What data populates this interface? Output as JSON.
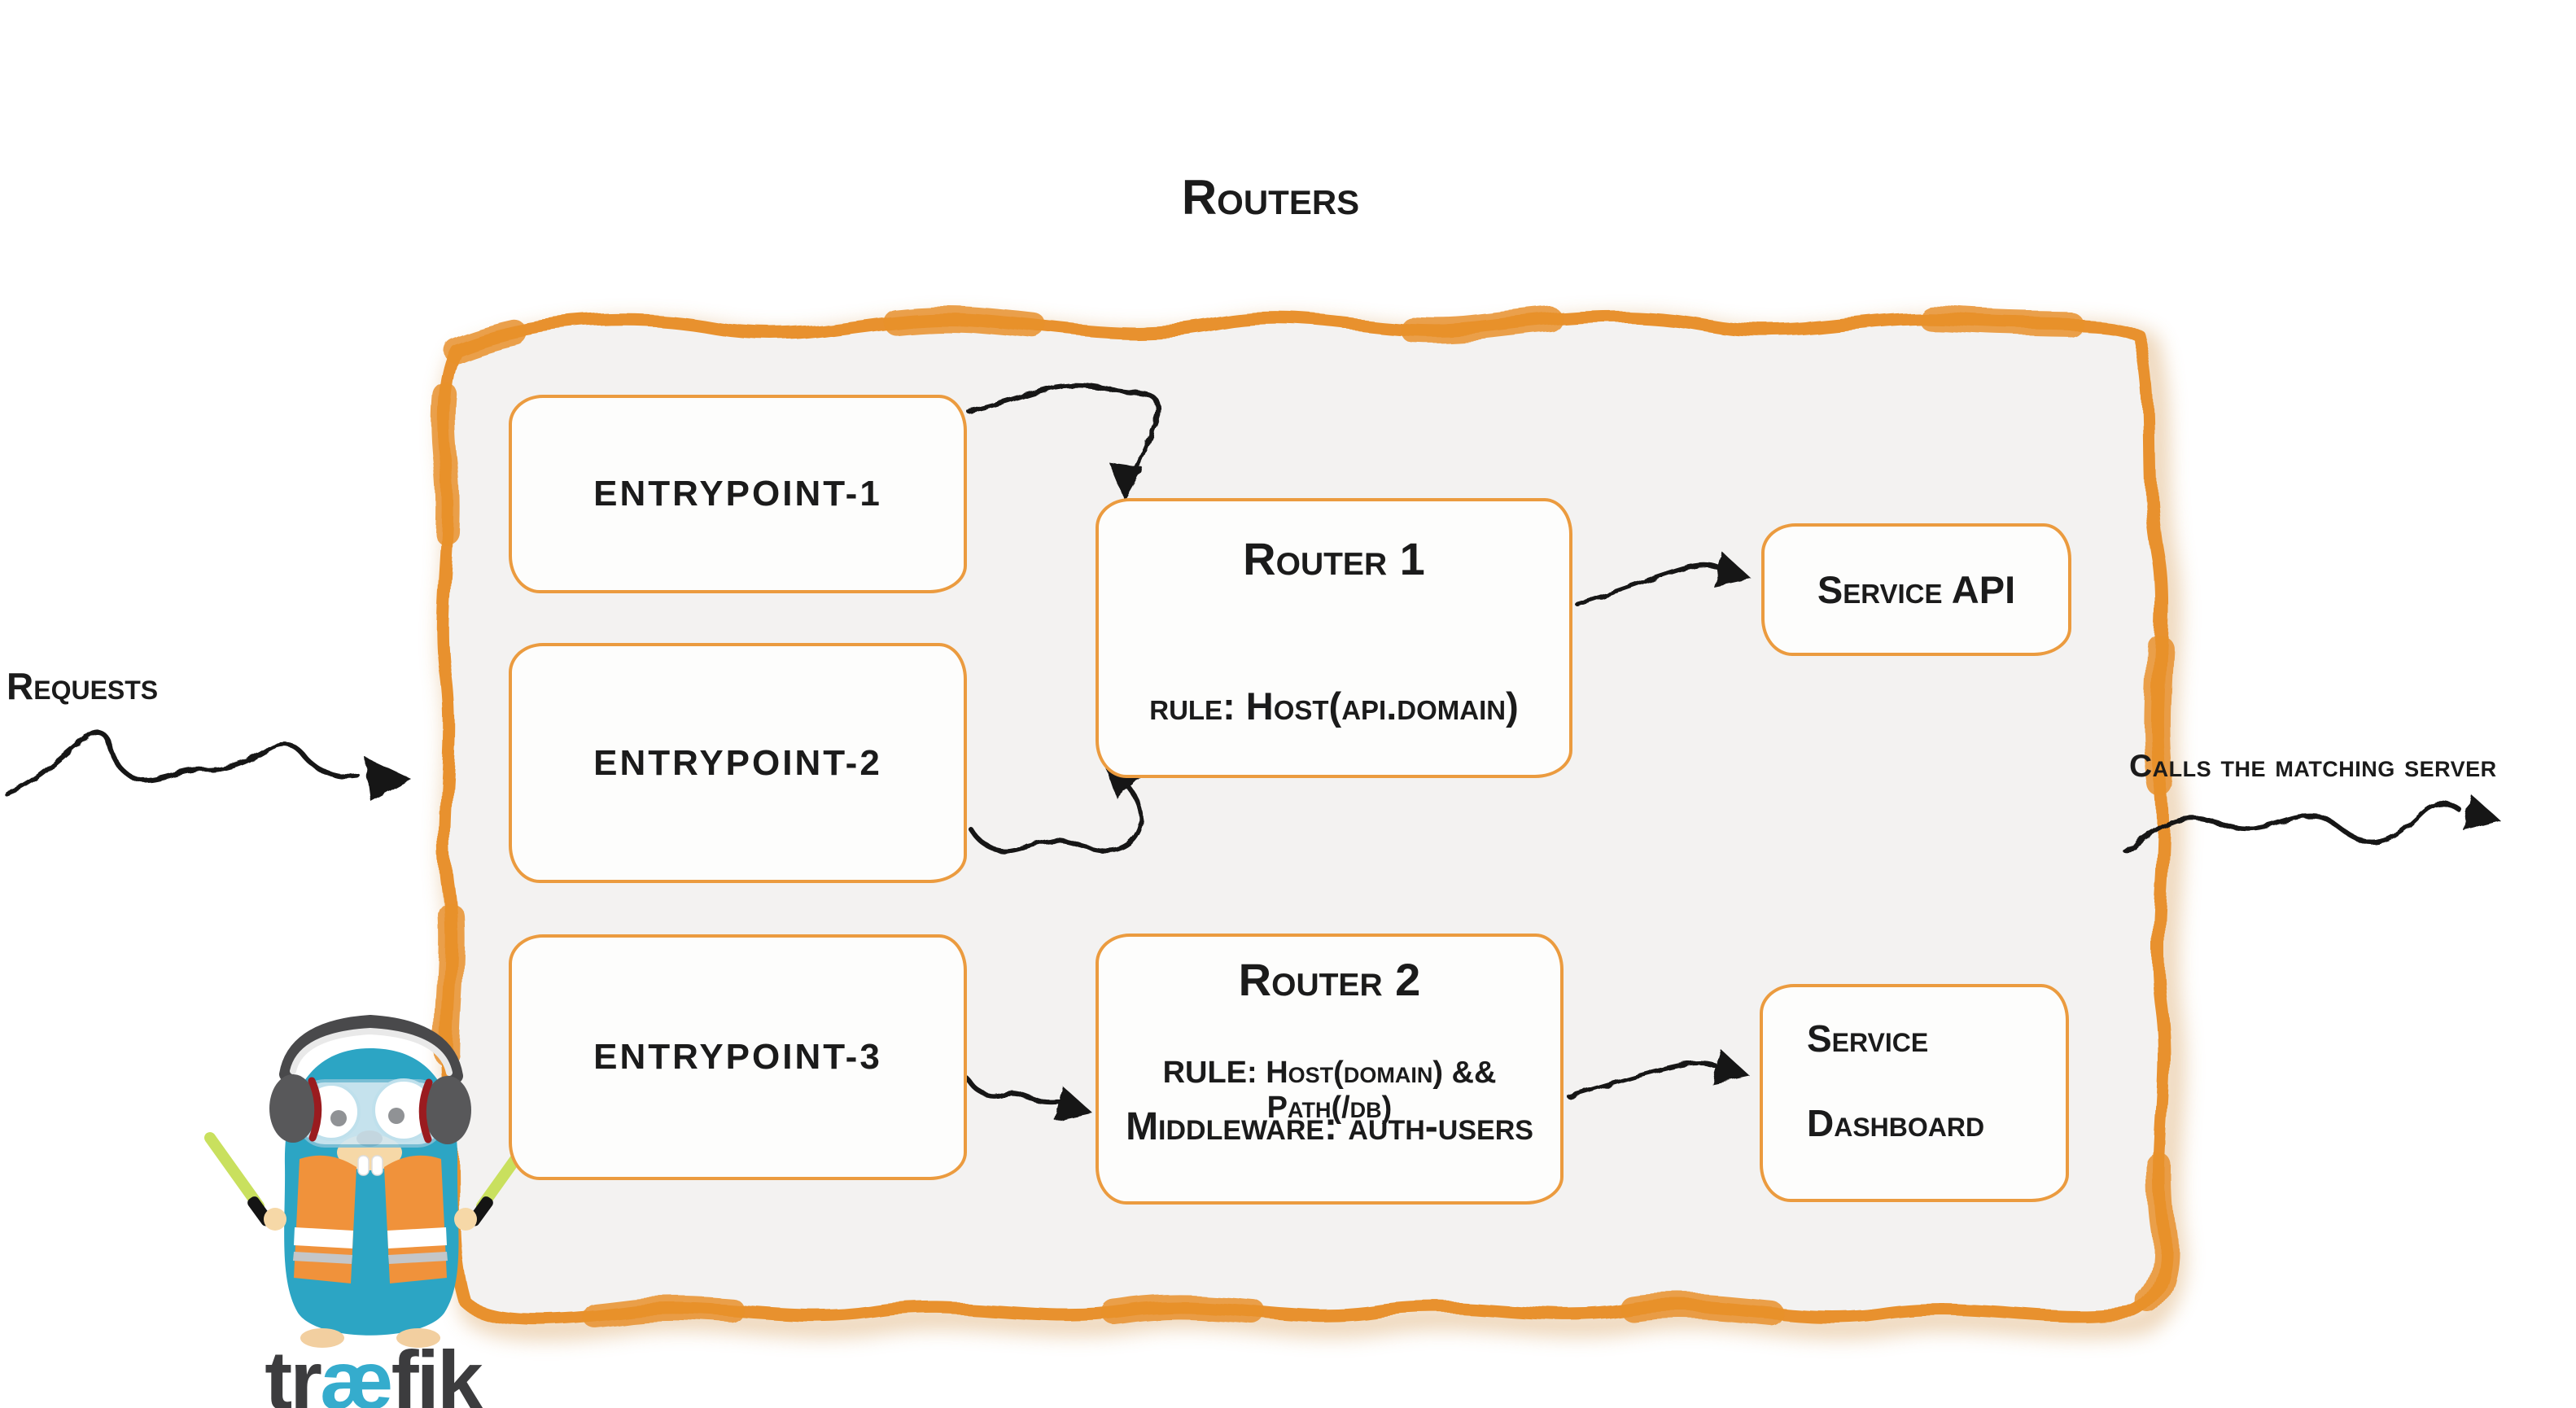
{
  "title": "Routers",
  "labels": {
    "requests": "Requests",
    "calls": "Calls the matching server"
  },
  "entrypoints": [
    {
      "label": "entrypoint-1"
    },
    {
      "label": "entrypoint-2"
    },
    {
      "label": "entrypoint-3"
    }
  ],
  "routers": [
    {
      "title": "Router 1",
      "rule": "rule: Host(api.domain)"
    },
    {
      "title": "Router 2",
      "rule": "RULE: Host(domain) && Path(/db)",
      "middleware": "Middleware: auth-users"
    }
  ],
  "services": [
    {
      "label": "Service API"
    },
    {
      "lines": [
        "Service",
        "Dashboard"
      ]
    }
  ],
  "logo": {
    "pre": "tr",
    "ae": "æ",
    "post": "fik"
  },
  "colors": {
    "accent_orange": "#e8912d",
    "box_border_orange": "#eb9b3f",
    "container_fill": "#f3f2f1",
    "ink": "#1b1b1b",
    "gopher_blue": "#2ca5c4",
    "vest_orange": "#f0923b",
    "stick_green": "#c9e05e",
    "logo_teal": "#35accd"
  }
}
